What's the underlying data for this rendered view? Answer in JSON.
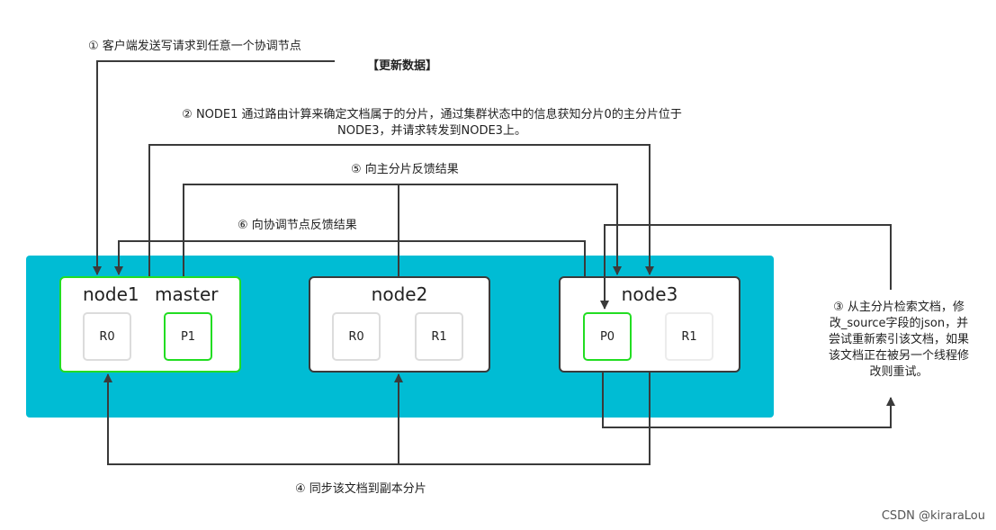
{
  "steps": {
    "step1": "① 客户端发送写请求到任意一个协调节点",
    "update_tag": "【更新数据】",
    "step2_line1": "② NODE1 通过路由计算来确定文档属于的分片，通过集群状态中的信息获知分片0的主分片位于",
    "step2_line2": "NODE3，并请求转发到NODE3上。",
    "step5": "⑤ 向主分片反馈结果",
    "step6": "⑥ 向协调节点反馈结果",
    "step4": "④ 同步该文档到副本分片",
    "step3_lines": [
      "③ 从主分片检索文档，修",
      "改_source字段的json，并",
      "尝试重新索引该文档，如果",
      "该文档正在被另一个线程修",
      "改则重试。"
    ]
  },
  "nodes": {
    "node1": {
      "name": "node1",
      "role": "master",
      "shards": [
        "R0",
        "P1"
      ]
    },
    "node2": {
      "name": "node2",
      "shards": [
        "R0",
        "R1"
      ]
    },
    "node3": {
      "name": "node3",
      "shards": [
        "P0",
        "R1"
      ]
    }
  },
  "colors": {
    "cluster": "#00bcd4",
    "highlight": "#22dd22",
    "line": "#3a3a3a"
  },
  "watermark": "CSDN @kiraraLou"
}
